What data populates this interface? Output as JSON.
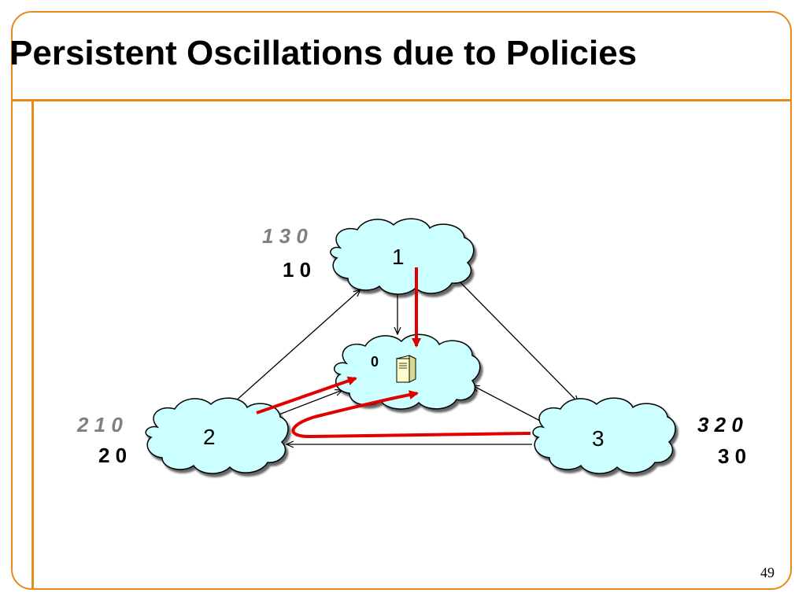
{
  "slide": {
    "title": "Persistent Oscillations due to Policies",
    "page_number": "49",
    "accent_color": "#e8891b"
  },
  "diagram": {
    "cloud_color": "#ccffff",
    "arrow_highlight_color": "#e00000",
    "destination": {
      "label": "0",
      "icon": "server-icon"
    },
    "nodes": [
      {
        "id": "1",
        "label": "1",
        "preferred_path": "1 3 0",
        "current_path": "1 0"
      },
      {
        "id": "2",
        "label": "2",
        "preferred_path": "2 1 0",
        "current_path": "2 0"
      },
      {
        "id": "3",
        "label": "3",
        "preferred_path": "3 2 0",
        "current_path": "3 0"
      }
    ]
  }
}
